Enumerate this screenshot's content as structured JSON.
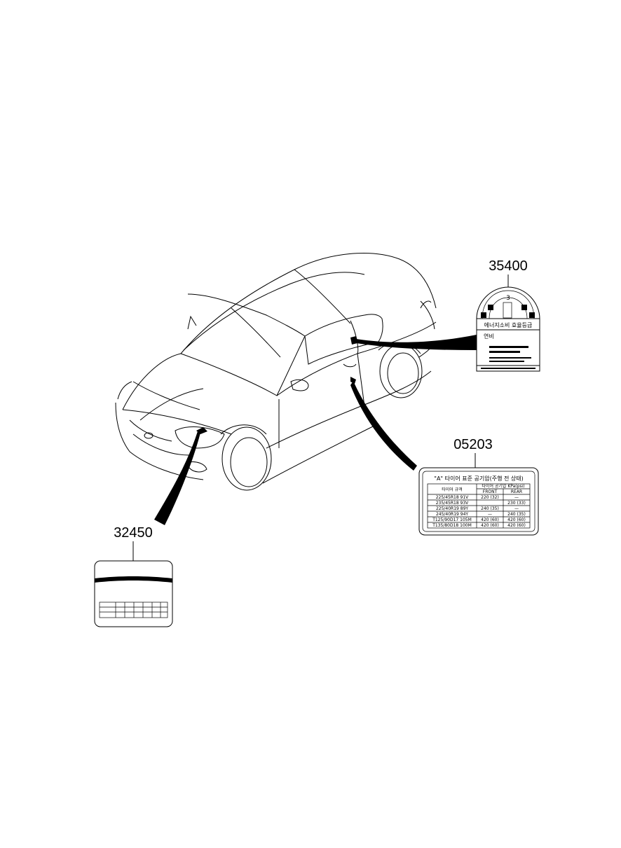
{
  "callouts": [
    {
      "part_number": "35400"
    },
    {
      "part_number": "05203"
    },
    {
      "part_number": "32450"
    }
  ],
  "label_35400": {
    "gauge_number": "3",
    "heading": "에너지소비 효율등급",
    "field_label": "연비"
  },
  "label_05203": {
    "title": "\"A\" 타이어 표준 공기압(주행 전 상태)",
    "col_tire": "타이어 규격",
    "col_pressure": "타이어 공기압 KPa(psi)",
    "col_front": "FRONT",
    "col_rear": "REAR",
    "rows": [
      {
        "tire": "225/45R18 91V",
        "front": "220 (32)",
        "rear": "—"
      },
      {
        "tire": "235/45R18 93V",
        "front": "",
        "rear": "230 (33)"
      },
      {
        "tire": "225/40R19 89Y",
        "front": "240 (35)",
        "rear": "—"
      },
      {
        "tire": "245/40R19 94Y",
        "front": "—",
        "rear": "240 (35)"
      },
      {
        "tire": "T125/90D17 105M",
        "front": "420 (60)",
        "rear": "420 (60)"
      },
      {
        "tire": "T135/80D18 100M",
        "front": "420 (60)",
        "rear": "420 (60)"
      }
    ]
  }
}
